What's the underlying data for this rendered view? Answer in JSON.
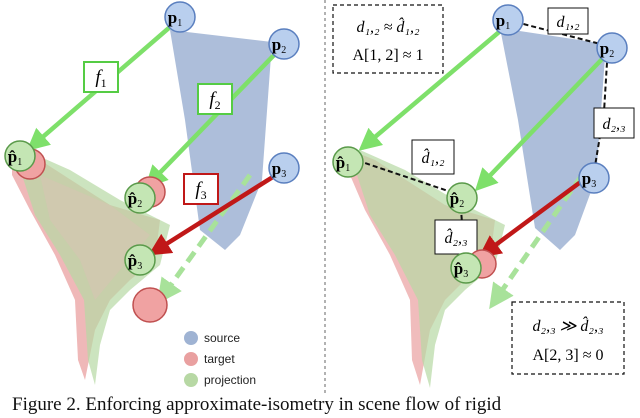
{
  "colors": {
    "source": "#9fb3d3",
    "target": "#e9a0a0",
    "projection": "#b7d8a4",
    "flow_green": "#7ee06a",
    "flow_red": "#c01818",
    "node_fill": "#b9cfee",
    "node_stroke": "#5a7fbf"
  },
  "left_panel": {
    "points": {
      "p1": "p",
      "p2": "p",
      "p3": "p",
      "p1_sub": "1",
      "p2_sub": "2",
      "p3_sub": "3"
    },
    "projected": {
      "q1": "p̂",
      "q2": "p̂",
      "q3": "p̂",
      "q1_sub": "1",
      "q2_sub": "2",
      "q3_sub": "3"
    },
    "flows": {
      "f1": "f",
      "f2": "f",
      "f3": "f",
      "f1_sub": "1",
      "f2_sub": "2",
      "f3_sub": "3"
    },
    "legend": {
      "source": "source",
      "target": "target",
      "projection": "projection"
    }
  },
  "right_panel": {
    "box_top": {
      "line1": "d₁,₂ ≈ d̂₁,₂",
      "line2": "A[1, 2] ≈ 1"
    },
    "box_bottom": {
      "line1": "d₂,₃ ≫ d̂₂,₃",
      "line2": "A[2, 3] ≈ 0"
    },
    "labels": {
      "d12": "d₁,₂",
      "d23": "d₂,₃",
      "dh12": "d̂₁,₂",
      "dh23": "d̂₂,₃"
    }
  },
  "caption": "Figure 2. Enforcing approximate-isometry in scene flow of rigid"
}
